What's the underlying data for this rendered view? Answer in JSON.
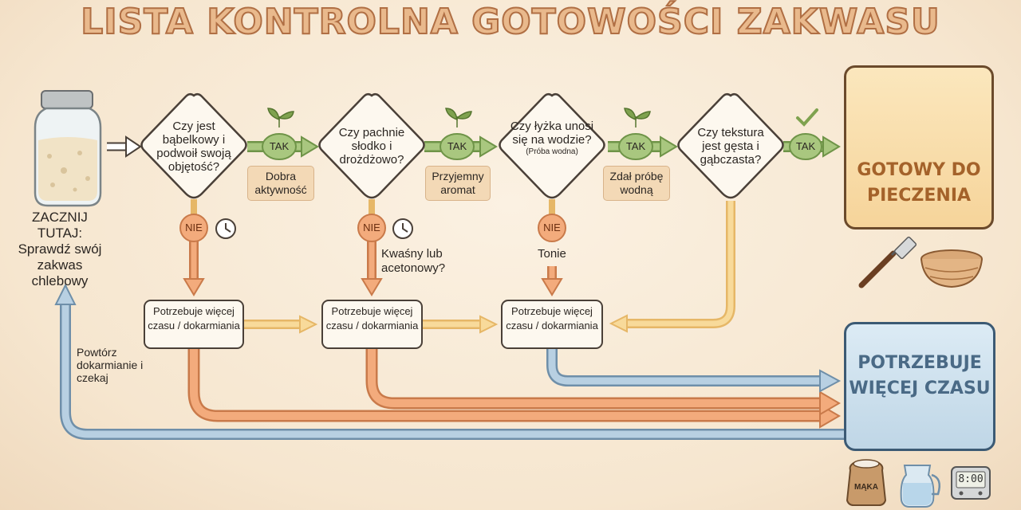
{
  "title": "LISTA KONTROLNA GOTOWOŚCI ZAKWASU",
  "start": {
    "heading": "ZACZNIJ TUTAJ:",
    "text": "Sprawdź swój zakwas chlebowy"
  },
  "questions": [
    {
      "text": "Czy jest bąbelkowy i podwoił swoją objętość?",
      "sub": "",
      "yes": "TAK",
      "yes_note": "Dobra aktywność",
      "no": "NIE",
      "no_note": "",
      "action": "Potrzebuje więcej czasu / dokarmiania"
    },
    {
      "text": "Czy pachnie słodko i drożdżowo?",
      "sub": "",
      "yes": "TAK",
      "yes_note": "Przyjemny aromat",
      "no": "NIE",
      "no_note": "Kwaśny lub acetonowy?",
      "action": "Potrzebuje więcej czasu / dokarmiania"
    },
    {
      "text": "Czy łyżka unosi się na wodzie?",
      "sub": "(Próba wodna)",
      "yes": "TAK",
      "yes_note": "Zdał próbę wodną",
      "no": "NIE",
      "no_note": "Tonie",
      "action": "Potrzebuje więcej czasu / dokarmiania"
    },
    {
      "text": "Czy tekstura jest gęsta i gąbczasta?",
      "sub": "",
      "yes": "TAK",
      "yes_note": "",
      "no": "",
      "no_note": "",
      "action": ""
    }
  ],
  "outcomes": {
    "ready": "GOTOWY DO PIECZENIA",
    "more_time": "POTRZEBUJE WIĘCEJ CZASU"
  },
  "loop_note": "Powtórz dokarmianie i czekaj",
  "icons": {
    "flour_label": "MĄKA",
    "timer_readout": "8:00"
  },
  "colors": {
    "yes": "#93b56b",
    "no": "#eea16b",
    "orange_arrow": "#f0a473",
    "yellow_arrow": "#f6d08a",
    "blue_arrow": "#a9c4d9",
    "ready_text": "#a4622a",
    "more_text": "#4a6a86"
  }
}
